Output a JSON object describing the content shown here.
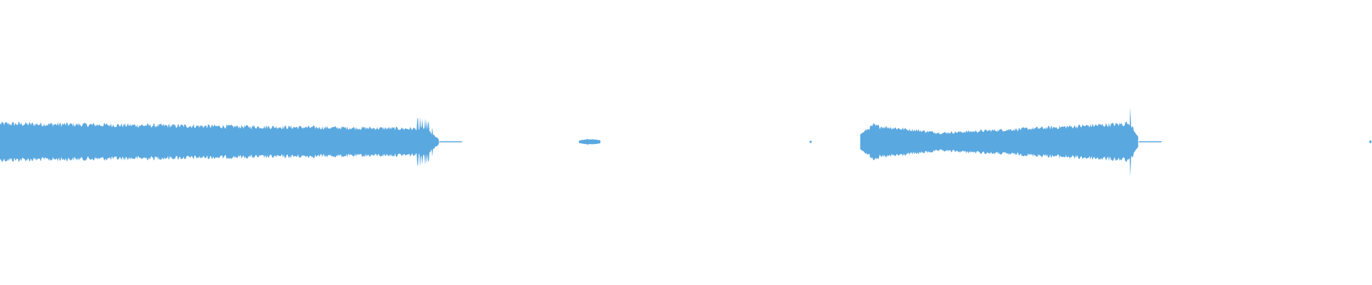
{
  "waveform": {
    "color": "#5aa8e0",
    "background": "#ffffff",
    "segments": [
      {
        "name": "waveform-segment-1",
        "start": 0.0,
        "end": 0.32,
        "amplitude": 0.17,
        "envelope": "sustained-burst"
      },
      {
        "name": "waveform-segment-2",
        "start": 0.422,
        "end": 0.438,
        "amplitude": 0.02,
        "envelope": "blip"
      },
      {
        "name": "waveform-segment-3",
        "start": 0.59,
        "end": 0.592,
        "amplitude": 0.01,
        "envelope": "blip"
      },
      {
        "name": "waveform-segment-4",
        "start": 0.627,
        "end": 0.83,
        "amplitude": 0.17,
        "envelope": "swell-burst"
      },
      {
        "name": "waveform-segment-5",
        "start": 0.998,
        "end": 1.0,
        "amplitude": 0.01,
        "envelope": "blip"
      }
    ]
  }
}
